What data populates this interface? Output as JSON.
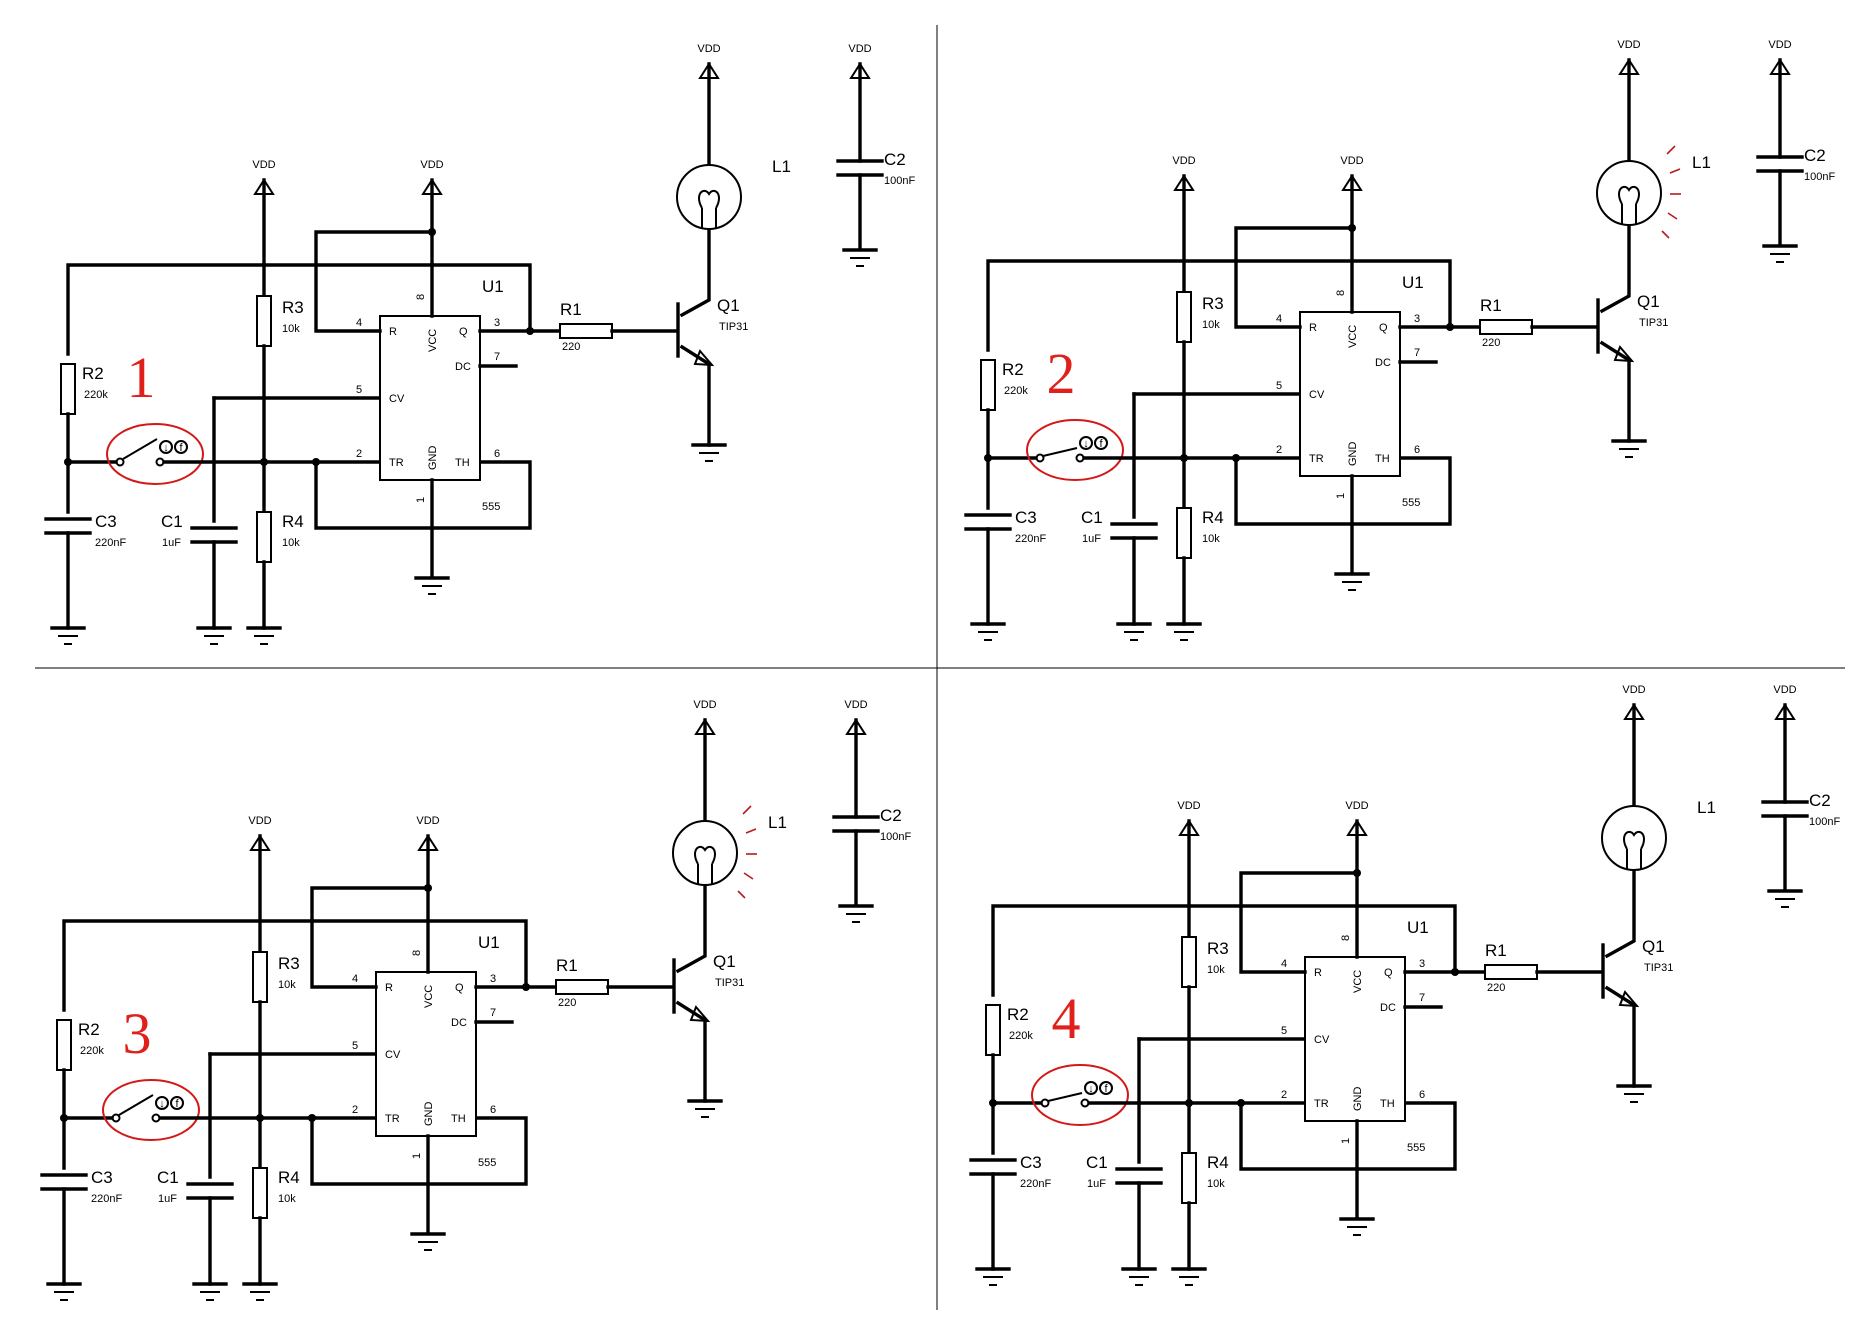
{
  "labels": {
    "vdd": "VDD",
    "r1": "R1",
    "r1_value": "220",
    "r2": "R2",
    "r2_value": "220k",
    "r3": "R3",
    "r3_value": "10k",
    "r4": "R4",
    "r4_value": "10k",
    "c1": "C1",
    "c1_value": "1uF",
    "c2": "C2",
    "c2_value": "100nF",
    "c3": "C3",
    "c3_value": "220nF",
    "l1": "L1",
    "q1": "Q1",
    "q1_value": "TIP31",
    "u1": "U1",
    "u1_value": "555",
    "pin_r": "R",
    "pin_vcc": "VCC",
    "pin_q": "Q",
    "pin_dc": "DC",
    "pin_cv": "CV",
    "pin_tr": "TR",
    "pin_gnd": "GND",
    "pin_th": "TH",
    "pin_1": "1",
    "pin_2": "2",
    "pin_3": "3",
    "pin_4": "4",
    "pin_5": "5",
    "pin_6": "6",
    "pin_7": "7",
    "pin_8": "8",
    "switch_badge_1": "↓",
    "switch_badge_2": "f"
  },
  "panels": [
    {
      "number": "1",
      "lamp_lit": false,
      "switch_closed": false
    },
    {
      "number": "2",
      "lamp_lit": true,
      "switch_closed": true
    },
    {
      "number": "3",
      "lamp_lit": true,
      "switch_closed": false
    },
    {
      "number": "4",
      "lamp_lit": false,
      "switch_closed": true
    }
  ],
  "colors": {
    "wire": "#000000",
    "highlight": "#d41818",
    "panel_number": "#e0201a",
    "lamp_glow": "#b81c1c"
  }
}
